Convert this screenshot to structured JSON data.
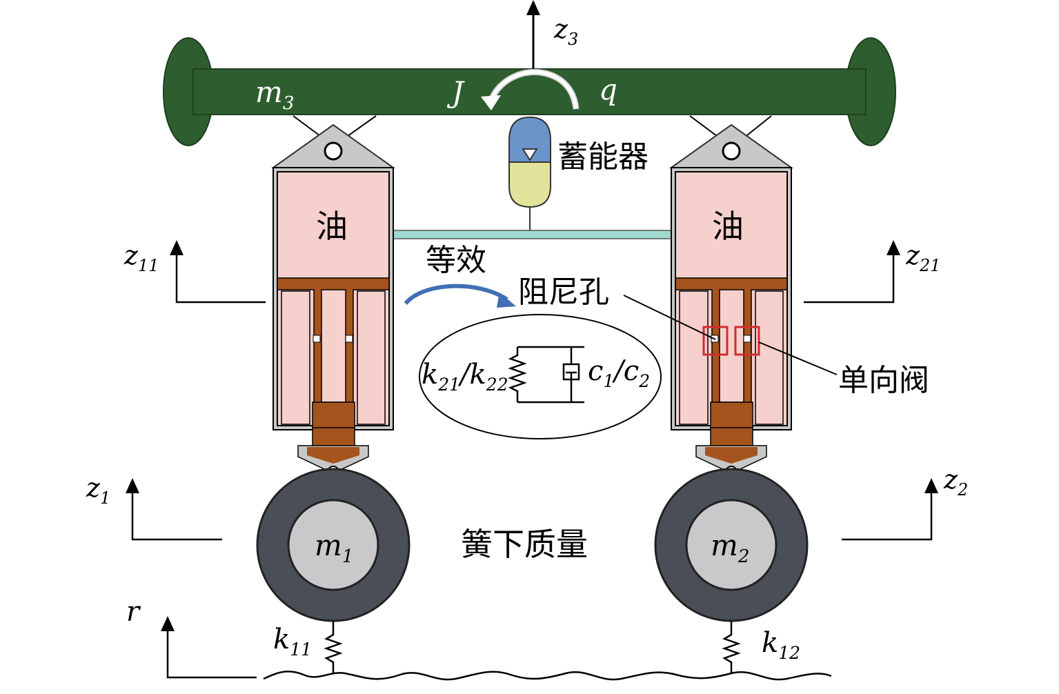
{
  "colors": {
    "beam": "#2e5e2f",
    "beam_stroke": "#1e3f1f",
    "oil": "#f6d0cc",
    "piston": "#a5541d",
    "cap": "#c8c8c8",
    "pipe": "#9fd9cf",
    "accumulator_gas": "#6b95c9",
    "accumulator_oil": "#e2e39a",
    "tire": "#4a4e57",
    "hub": "#c9c9cb",
    "valve_box": "#d42b2b",
    "damper_arrow": "#3f6fb5"
  },
  "labels": {
    "z3": {
      "base": "z",
      "sub": "3"
    },
    "m3": {
      "base": "m",
      "sub": "3"
    },
    "J": "J",
    "q": "q",
    "accumulator": "蓄能器",
    "oil_left": "油",
    "oil_right": "油",
    "z11": {
      "base": "z",
      "sub": "11"
    },
    "z21": {
      "base": "z",
      "sub": "21"
    },
    "equivalent": "等效",
    "orifice": "阻尼孔",
    "check_valve": "单向阀",
    "k21k22": {
      "a": "k",
      "a_sub": "21",
      "slash": "/",
      "b": "k",
      "b_sub": "22"
    },
    "c1c2": {
      "a": "c",
      "a_sub": "1",
      "slash": "/",
      "b": "c",
      "b_sub": "2"
    },
    "z1": {
      "base": "z",
      "sub": "1"
    },
    "z2": {
      "base": "z",
      "sub": "2"
    },
    "m1": {
      "base": "m",
      "sub": "1"
    },
    "m2": {
      "base": "m",
      "sub": "2"
    },
    "unsprung_mass": "簧下质量",
    "r": "r",
    "k11": {
      "base": "k",
      "sub": "11"
    },
    "k12": {
      "base": "k",
      "sub": "12"
    }
  }
}
